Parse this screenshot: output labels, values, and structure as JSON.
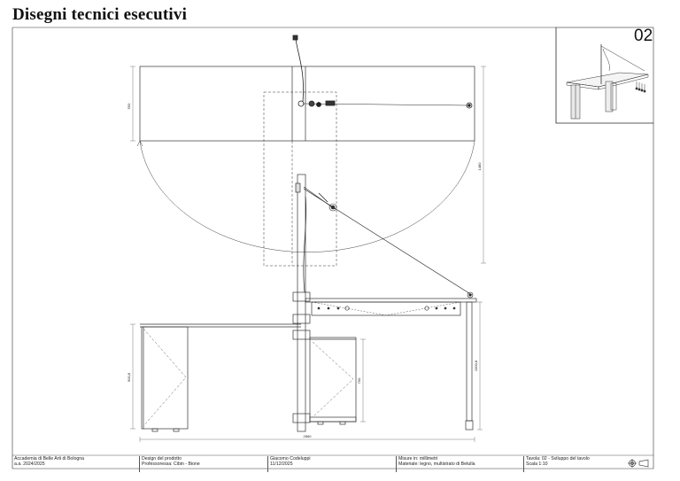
{
  "header": {
    "title": "Disegni tecnici esecutivi",
    "sheet_number": "02"
  },
  "dimensions": {
    "top_depth": "550",
    "swing_height": "1480",
    "base_height_left": "900,8",
    "inner_height": "700",
    "leg_height": "1000,8",
    "total_width": "2560"
  },
  "title_block": {
    "school": "Accademia di Belle Arti di Bologna",
    "academic_year": "a.a. 2024/2025",
    "course": "Design del prodotto",
    "professors": "Professoressa: Cibin - Bione",
    "author": "Giacomo Codeluppi",
    "date": "11/12/2025",
    "units": "Misure in: millimetri",
    "material": "Materiale: legno, multistrato di Betulla",
    "sheet_title": "Tavola: 02 - Sviluppo del tavolo",
    "scale": "Scala 1:10"
  },
  "icons": {
    "projection": "first-angle-projection-icon"
  }
}
